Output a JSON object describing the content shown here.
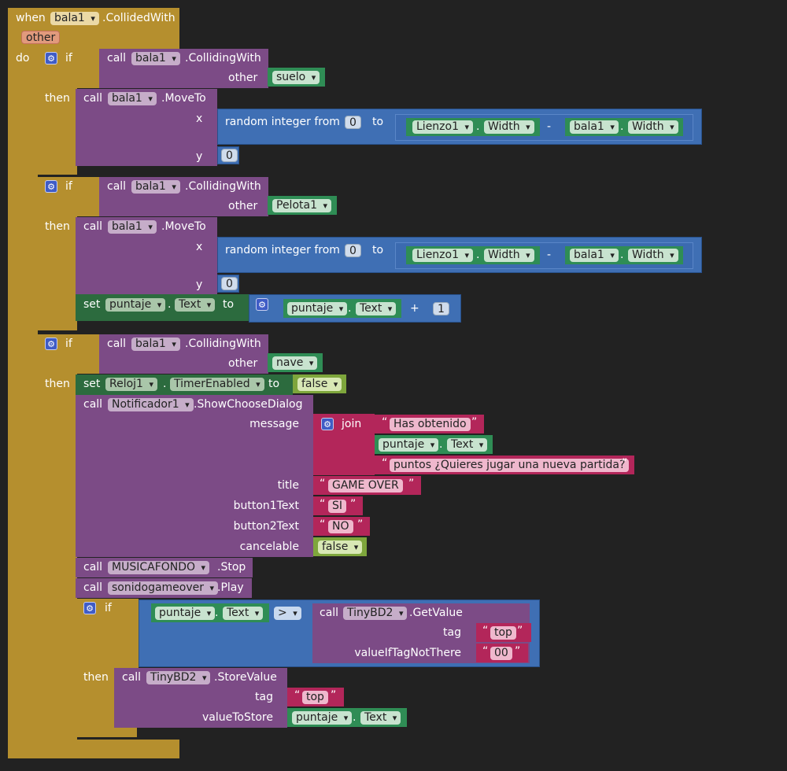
{
  "event": {
    "when": "when",
    "component": "bala1",
    "event": ".CollidedWith",
    "param": "other",
    "do": "do"
  },
  "kw": {
    "if": "if",
    "then": "then",
    "call": "call",
    "set": "set",
    "to": "to",
    "x": "x",
    "y": "y",
    "other": "other",
    "dot": ".",
    "minus": "-",
    "plus": "+",
    "gt": ">",
    "join": "join",
    "lq": "“",
    "rq": "”"
  },
  "if1": {
    "comp": "bala1",
    "method": ".CollidingWith",
    "other": "suelo",
    "move_comp": "bala1",
    "move_method": ".MoveTo",
    "rand": "random integer from",
    "from": "0",
    "canvas": "Lienzo1",
    "width": "Width",
    "sprite": "bala1",
    "y": "0"
  },
  "if2": {
    "comp": "bala1",
    "method": ".CollidingWith",
    "other": "Pelota1",
    "move_comp": "bala1",
    "move_method": ".MoveTo",
    "rand": "random integer from",
    "from": "0",
    "canvas": "Lienzo1",
    "width": "Width",
    "sprite": "bala1",
    "y": "0",
    "set_comp": "puntaje",
    "set_prop": "Text",
    "get_comp": "puntaje",
    "get_prop": "Text",
    "add": "1"
  },
  "if3": {
    "comp": "bala1",
    "method": ".CollidingWith",
    "other": "nave",
    "timer_comp": "Reloj1",
    "timer_prop": "TimerEnabled",
    "timer_val": "false",
    "notif_comp": "Notificador1",
    "notif_method": ".ShowChooseDialog",
    "message": "message",
    "join_a": "Has obtenido",
    "join_comp": "puntaje",
    "join_prop": "Text",
    "join_c": "puntos  ¿Quieres jugar una nueva partida?",
    "title": "title",
    "title_val": "GAME OVER",
    "button1": "button1Text",
    "button1_val": "SI",
    "button2": "button2Text",
    "button2_val": "NO",
    "cancelable": "cancelable",
    "cancelable_val": "false",
    "music_comp": "MUSICAFONDO",
    "music_method": ".Stop",
    "sound_comp": "sonidogameover",
    "sound_method": ".Play",
    "cmp_comp": "puntaje",
    "cmp_prop": "Text",
    "db_comp": "TinyBD2",
    "db_get": ".GetValue",
    "tag": "tag",
    "tag_val": "top",
    "notthere": "valueIfTagNotThere",
    "notthere_val": "00",
    "store_comp": "TinyBD2",
    "store_method": ".StoreValue",
    "store_tag_val": "top",
    "value_to_store": "valueToStore",
    "store_get_comp": "puntaje",
    "store_get_prop": "Text"
  }
}
